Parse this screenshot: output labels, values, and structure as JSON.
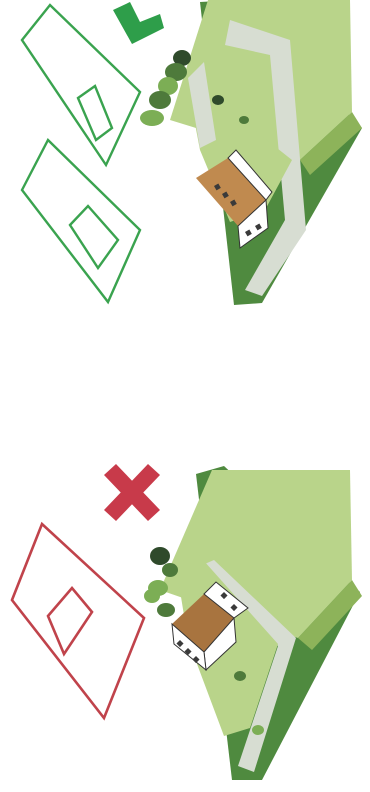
{
  "colors": {
    "correct": "#2e9e4a",
    "incorrect": "#c83a4a",
    "plan_correct": "#3aa34f",
    "plan_incorrect": "#c0434b",
    "lawn_light": "#b9d48a",
    "lawn_dark": "#8db35a",
    "verge": "#4f8a3f",
    "path": "#d7ddd2",
    "house_roof_top": "#c08a4f",
    "house_roof_bottom": "#a8743f",
    "house_wall": "#ffffff",
    "tree_dark": "#2f4a2b",
    "tree_mid": "#4e7a3b",
    "tree_light": "#7cae55"
  },
  "panels": [
    {
      "id": "correct-layout",
      "status_icon": "checkmark-icon",
      "house_orientation": "parallel-to-street"
    },
    {
      "id": "incorrect-layout",
      "status_icon": "cross-icon",
      "house_orientation": "rotated"
    }
  ]
}
